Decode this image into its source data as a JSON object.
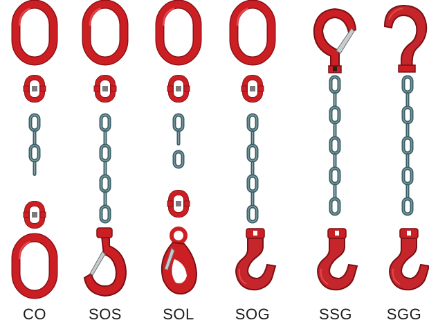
{
  "colors": {
    "fitting": "#cc1f24",
    "fitting_dark": "#8e1015",
    "fitting_light": "#e8474b",
    "chain": "#3a5f66",
    "chain_light": "#9fb8bc",
    "latch": "#c8ccce",
    "label_text": "#1a1a1a"
  },
  "assemblies": [
    {
      "code": "CO",
      "top": "master-link",
      "bottom": "master-link"
    },
    {
      "code": "SOS",
      "top": "master-link",
      "bottom": "sling-hook"
    },
    {
      "code": "SOL",
      "top": "master-link",
      "bottom": "self-locking-hook"
    },
    {
      "code": "SOG",
      "top": "master-link",
      "bottom": "grab-hook"
    },
    {
      "code": "SSG",
      "top": "eye-sling-hook",
      "bottom": "grab-hook"
    },
    {
      "code": "SGG",
      "top": "eye-grab-hook",
      "bottom": "grab-hook"
    }
  ]
}
